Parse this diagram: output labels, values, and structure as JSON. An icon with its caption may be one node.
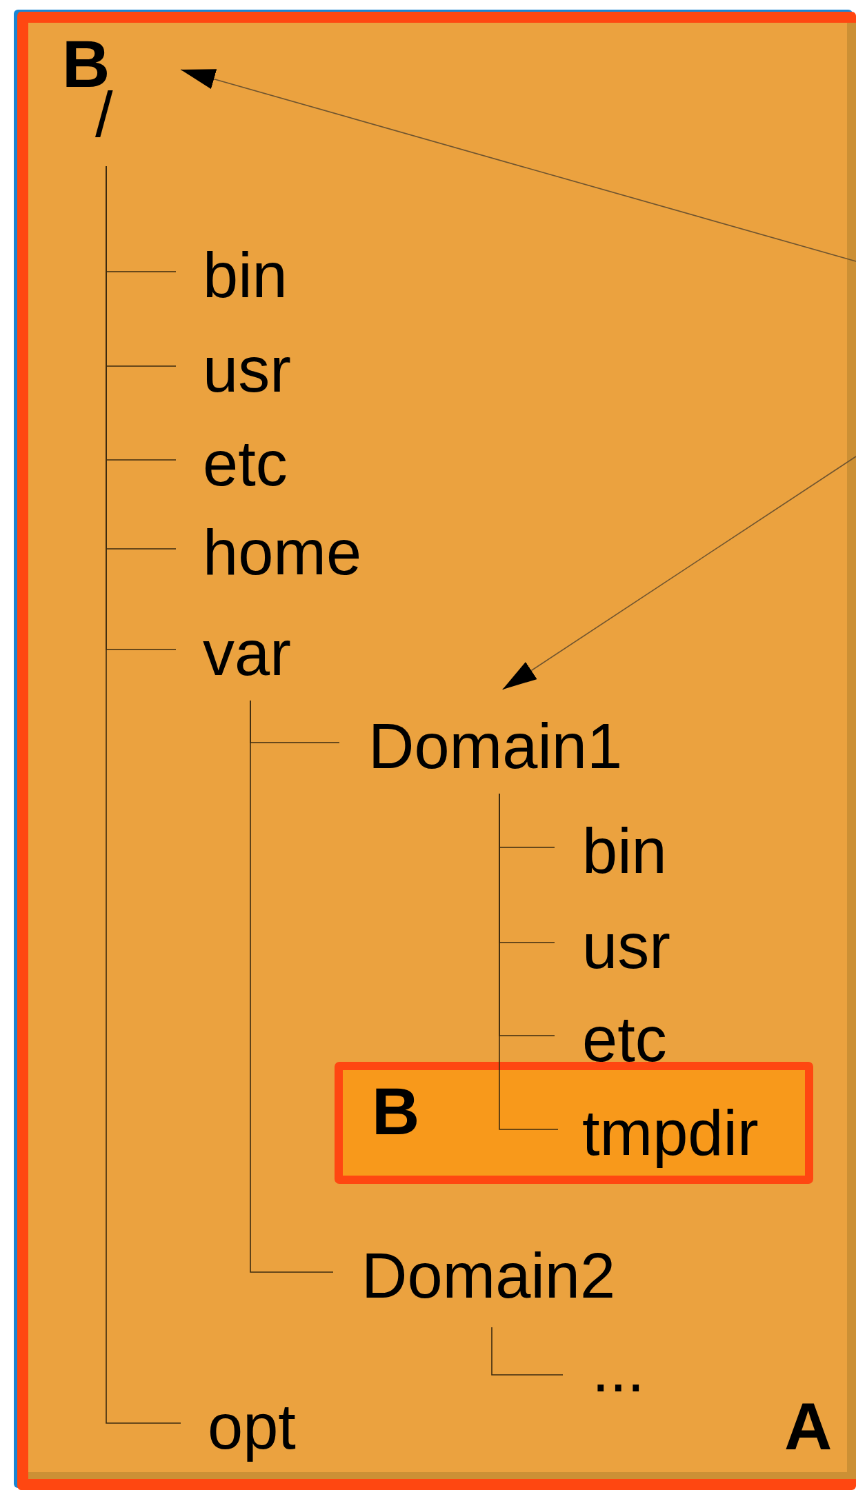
{
  "diagram": {
    "nodes": [
      {
        "text": [
          "B",
          "A"
        ]
      },
      {
        "text": [
          "/"
        ],
        "in": 0
      },
      {
        "text": [
          "bin"
        ],
        "in": 0
      },
      {
        "text": [
          "usr"
        ],
        "in": 0
      },
      {
        "text": [
          "etc"
        ],
        "in": 0
      },
      {
        "text": [
          "home"
        ],
        "in": 0
      },
      {
        "text": [
          "var"
        ],
        "in": 0
      },
      {
        "text": [
          "Domain1"
        ],
        "in": 0
      },
      {
        "text": [
          "bin"
        ],
        "in": 0
      },
      {
        "text": [
          "usr"
        ],
        "in": 0
      },
      {
        "text": [
          "etc"
        ],
        "in": 0
      },
      {
        "text": [
          "B"
        ],
        "in": 0
      },
      {
        "text": [
          "tmpdir"
        ],
        "in": 11
      },
      {
        "text": [
          "Domain2"
        ],
        "in": 0
      },
      {
        "text": [
          "..."
        ],
        "in": 0
      },
      {
        "text": [
          "opt"
        ],
        "in": 0
      }
    ],
    "edges": [
      {
        "from": 1,
        "to": 2,
        "arrow": "none"
      },
      {
        "from": 1,
        "to": 3,
        "arrow": "none"
      },
      {
        "from": 1,
        "to": 4,
        "arrow": "none"
      },
      {
        "from": 1,
        "to": 5,
        "arrow": "none"
      },
      {
        "from": 1,
        "to": 6,
        "arrow": "none"
      },
      {
        "from": 1,
        "to": 15,
        "arrow": "none"
      },
      {
        "from": 6,
        "to": 7,
        "arrow": "none"
      },
      {
        "from": 6,
        "to": 13,
        "arrow": "none"
      },
      {
        "from": 7,
        "to": 8,
        "arrow": "none"
      },
      {
        "from": 7,
        "to": 9,
        "arrow": "none"
      },
      {
        "from": 7,
        "to": 10,
        "arrow": "none"
      },
      {
        "from": 7,
        "to": 12,
        "arrow": "none"
      },
      {
        "from": 13,
        "to": 14,
        "arrow": "none"
      },
      {
        "from": null,
        "to": 1,
        "arrow": "to"
      },
      {
        "from": null,
        "to": 7,
        "arrow": "to"
      }
    ]
  }
}
